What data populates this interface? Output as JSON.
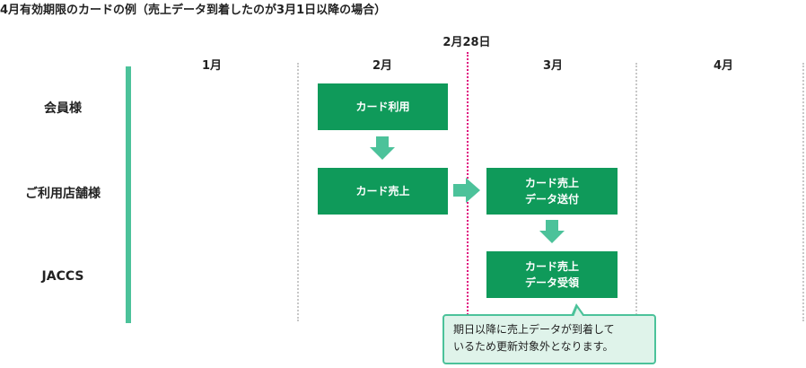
{
  "title": "4月有効期限のカードの例（売上データ到着したのが3月1日以降の場合）",
  "date_marker": "2月28日",
  "months": [
    "1月",
    "2月",
    "3月",
    "4月"
  ],
  "rows": {
    "member": "会員様",
    "store": "ご利用店舗様",
    "jaccs": "JACCS"
  },
  "boxes": {
    "card_use": "カード利用",
    "card_sale": "カード売上",
    "sale_data_send": "カード売上\nデータ送付",
    "sale_data_receive": "カード売上\nデータ受領"
  },
  "callout": "期日以降に売上データが到着して\nいるため更新対象外となります。",
  "colors": {
    "box": "#0f9a5a",
    "arrow": "#4cc29a",
    "axis": "#4cc29a",
    "date_line": "#e0117f",
    "callout_bg": "#dff3ea"
  }
}
